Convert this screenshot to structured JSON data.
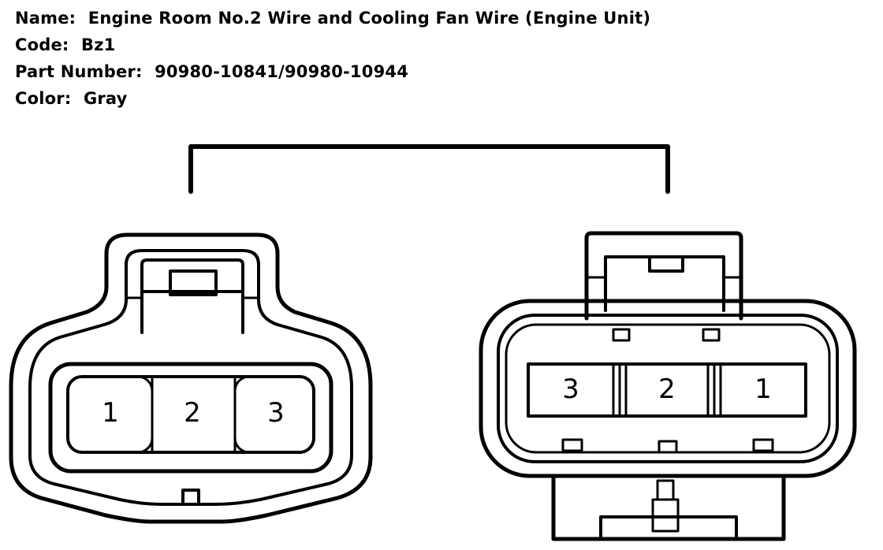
{
  "connector": {
    "name_label": "Name:",
    "name_value": "Engine Room No.2 Wire and Cooling Fan Wire (Engine Unit)",
    "code_label": "Code:",
    "code_value": "Bz1",
    "part_number_label": "Part Number:",
    "part_number_value": "90980-10841/90980-10944",
    "color_label": "Color:",
    "color_value": "Gray"
  },
  "left_connector": {
    "pins": [
      "1",
      "2",
      "3"
    ]
  },
  "right_connector": {
    "pins": [
      "3",
      "2",
      "1"
    ]
  },
  "colors": {
    "line": "#000000",
    "background": "#ffffff"
  }
}
